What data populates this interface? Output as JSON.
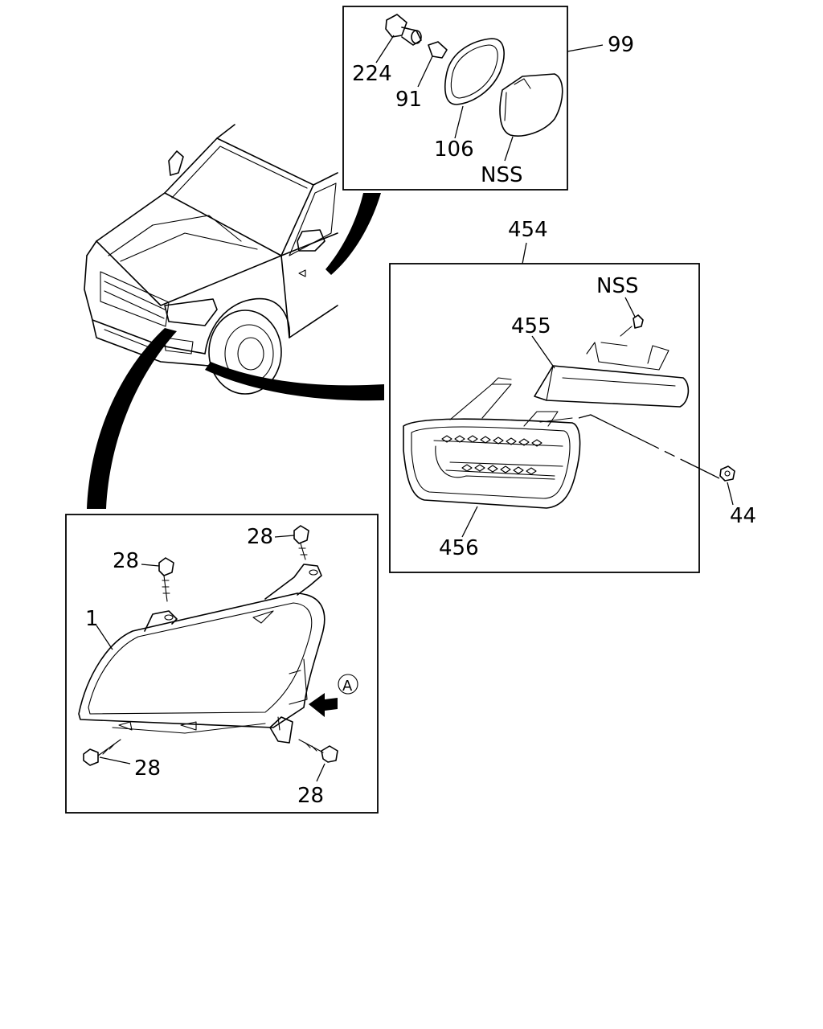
{
  "diagram": {
    "callouts": {
      "side_lamp_assembly": "99",
      "socket": "224",
      "bulb": "91",
      "gasket": "106",
      "side_lamp_nss": "NSS",
      "fog_lamp_assembly": "454",
      "fog_lamp_screw_nss": "NSS",
      "fog_lamp": "455",
      "fog_grille": "456",
      "nut": "44",
      "headlamp": "1",
      "bolt_top_left": "28",
      "bolt_top_right": "28",
      "bolt_bottom_left": "28",
      "bolt_bottom_right": "28",
      "view_marker": "A"
    }
  }
}
